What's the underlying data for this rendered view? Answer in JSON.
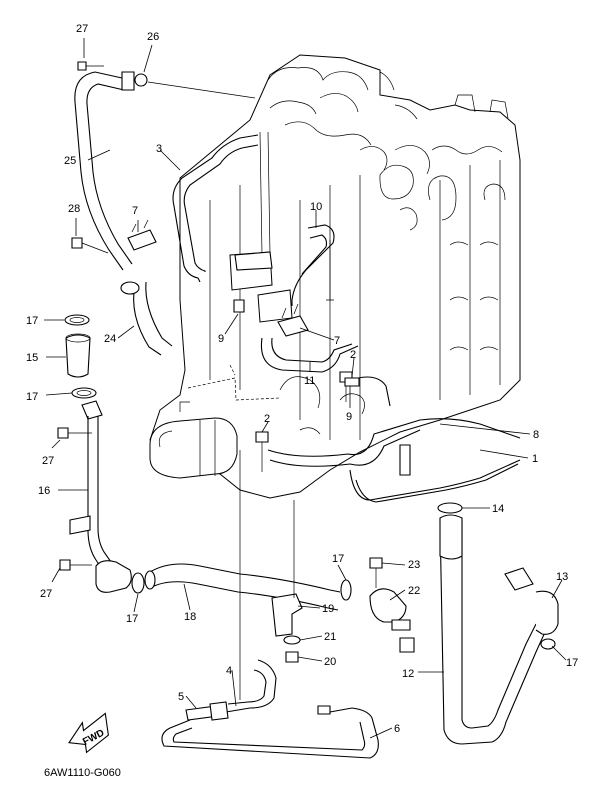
{
  "diagram_code": "6AW1110-G060",
  "fwd_label": "FWD",
  "callouts": [
    {
      "id": "c27a",
      "text": "27"
    },
    {
      "id": "c26",
      "text": "26"
    },
    {
      "id": "c25",
      "text": "25"
    },
    {
      "id": "c3",
      "text": "3"
    },
    {
      "id": "c28",
      "text": "28"
    },
    {
      "id": "c7a",
      "text": "7"
    },
    {
      "id": "c10",
      "text": "10"
    },
    {
      "id": "c17a",
      "text": "17"
    },
    {
      "id": "c24",
      "text": "24"
    },
    {
      "id": "c9a",
      "text": "9"
    },
    {
      "id": "c7b",
      "text": "7"
    },
    {
      "id": "c15",
      "text": "15"
    },
    {
      "id": "c2a",
      "text": "2"
    },
    {
      "id": "c11",
      "text": "11"
    },
    {
      "id": "c17b",
      "text": "17"
    },
    {
      "id": "c9b",
      "text": "9"
    },
    {
      "id": "c2b",
      "text": "2"
    },
    {
      "id": "c27b",
      "text": "27"
    },
    {
      "id": "c8",
      "text": "8"
    },
    {
      "id": "c1",
      "text": "1"
    },
    {
      "id": "c16",
      "text": "16"
    },
    {
      "id": "c14",
      "text": "14"
    },
    {
      "id": "c17c",
      "text": "17"
    },
    {
      "id": "c23",
      "text": "23"
    },
    {
      "id": "c27c",
      "text": "27"
    },
    {
      "id": "c22",
      "text": "22"
    },
    {
      "id": "c13",
      "text": "13"
    },
    {
      "id": "c17d",
      "text": "17"
    },
    {
      "id": "c18",
      "text": "18"
    },
    {
      "id": "c19",
      "text": "19"
    },
    {
      "id": "c21",
      "text": "21"
    },
    {
      "id": "c17e",
      "text": "17"
    },
    {
      "id": "c20",
      "text": "20"
    },
    {
      "id": "c12",
      "text": "12"
    },
    {
      "id": "c4",
      "text": "4"
    },
    {
      "id": "c5",
      "text": "5"
    },
    {
      "id": "c6",
      "text": "6"
    }
  ]
}
